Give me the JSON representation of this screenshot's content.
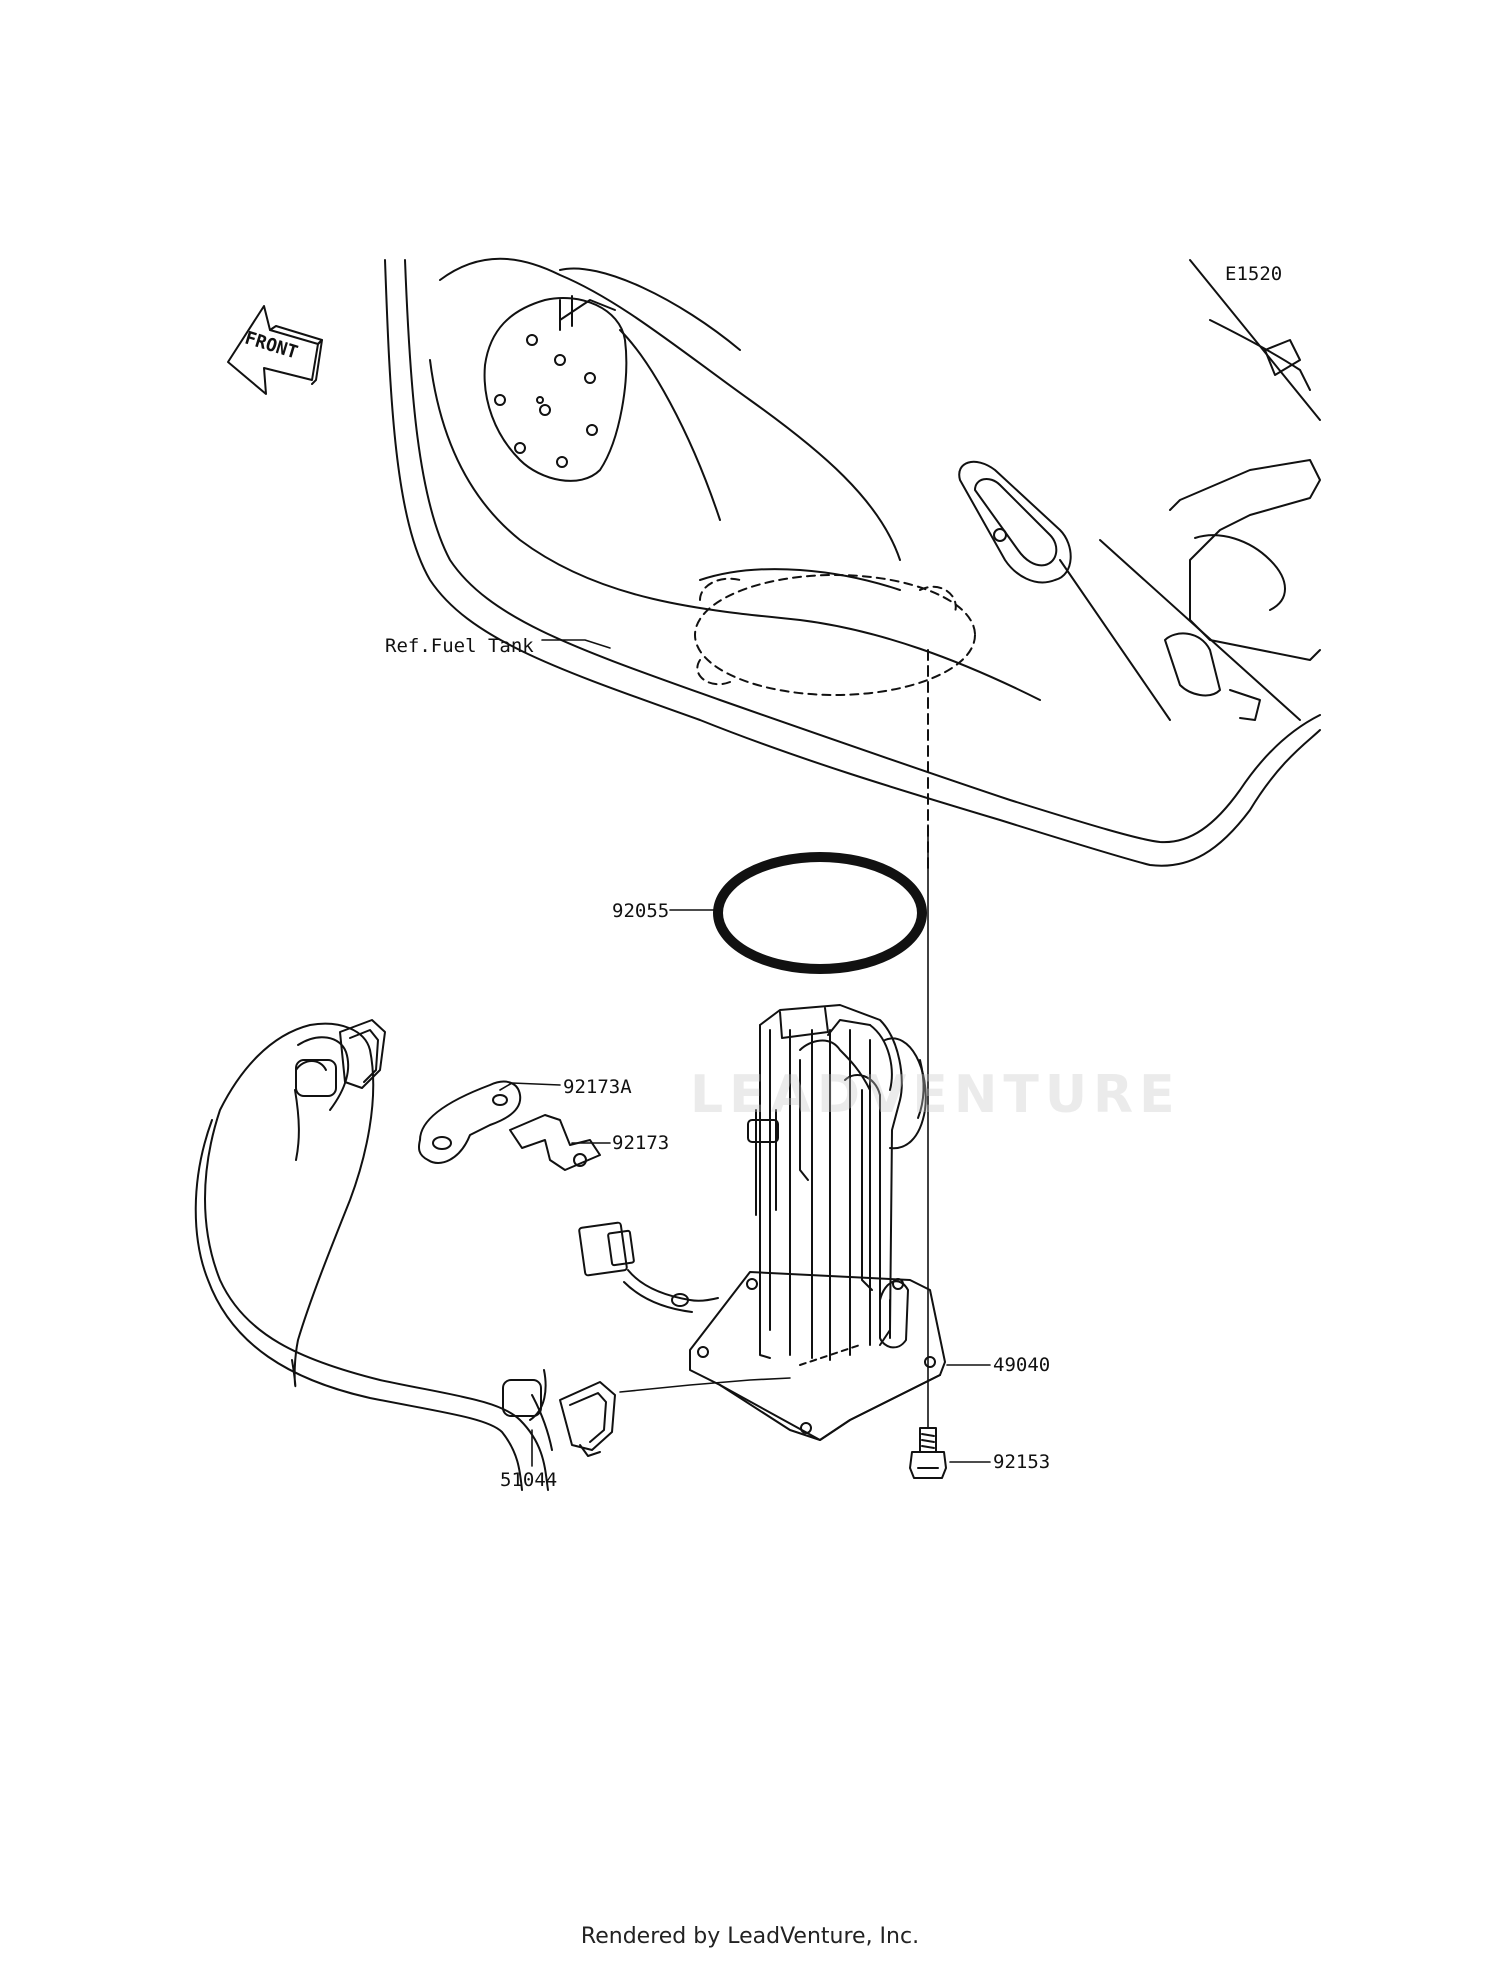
{
  "diagram": {
    "code": "E1520",
    "front_label": "FRONT",
    "ref_label": "Ref.Fuel Tank",
    "parts": {
      "gasket": "92055",
      "plate": "92173A",
      "clamp": "92173",
      "pump_assy": "49040",
      "bolt": "92153",
      "hose": "51044"
    },
    "watermark": "LEADVENTURE"
  },
  "footer": {
    "text": "Rendered by LeadVenture, Inc."
  },
  "colors": {
    "line": "#111111",
    "watermark": "#c8c8c8"
  }
}
